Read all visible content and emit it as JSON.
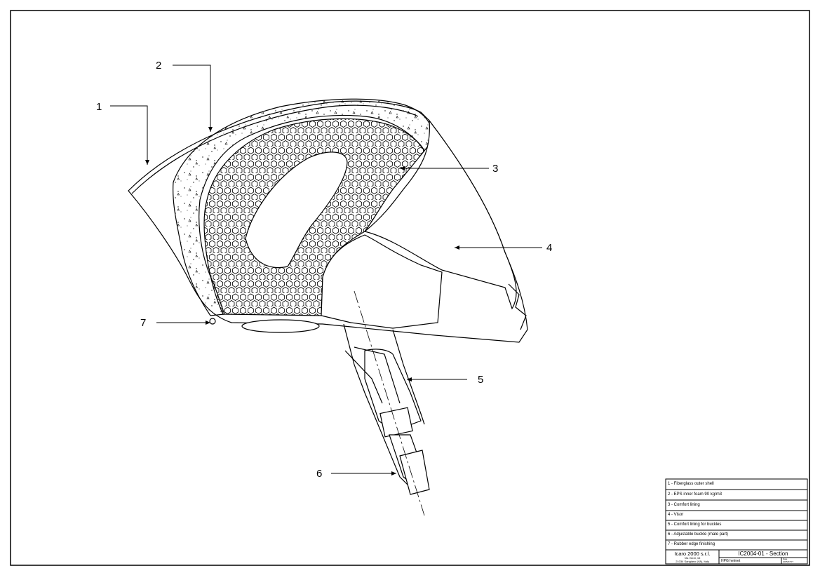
{
  "callouts": [
    "1",
    "2",
    "3",
    "4",
    "5",
    "6",
    "7"
  ],
  "legend": [
    "1 - Fiberglass outer shell",
    "2 - EPS inner foam 90 kg/m3",
    "3 - Comfort lining",
    "4 - Visor",
    "5 - Comfort lining for buckles",
    "6 - Adjustable buckle (male part)",
    "7 - Rubber edge finishing"
  ],
  "title_block": {
    "company": "Icaro 2000 s.r.l.",
    "address_line1": "Via Verdi, 15",
    "address_line2": "21034 Sangiano (VA), Italy",
    "drawing_title": "IC2004-01 - Section",
    "product": "HPG helmet",
    "date_label": "Date",
    "date_value": "2005/07/07"
  }
}
